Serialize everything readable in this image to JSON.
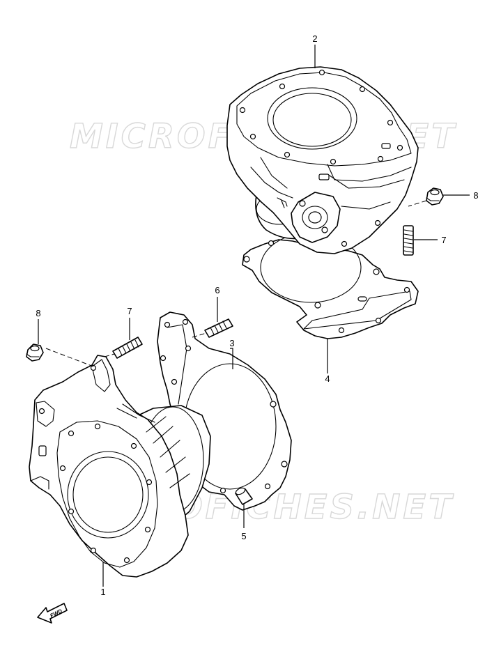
{
  "watermark": {
    "text": "MICROFICHES.NET"
  },
  "callouts": {
    "c1": "1",
    "c2": "2",
    "c3": "3",
    "c4": "4",
    "c5": "5",
    "c6": "6",
    "c7a": "7",
    "c7b": "7",
    "c8a": "8",
    "c8b": "8"
  },
  "fwd": {
    "label": "FWD"
  },
  "colors": {
    "line": "#000000",
    "watermark": "#d8d8d8",
    "background": "#ffffff"
  }
}
